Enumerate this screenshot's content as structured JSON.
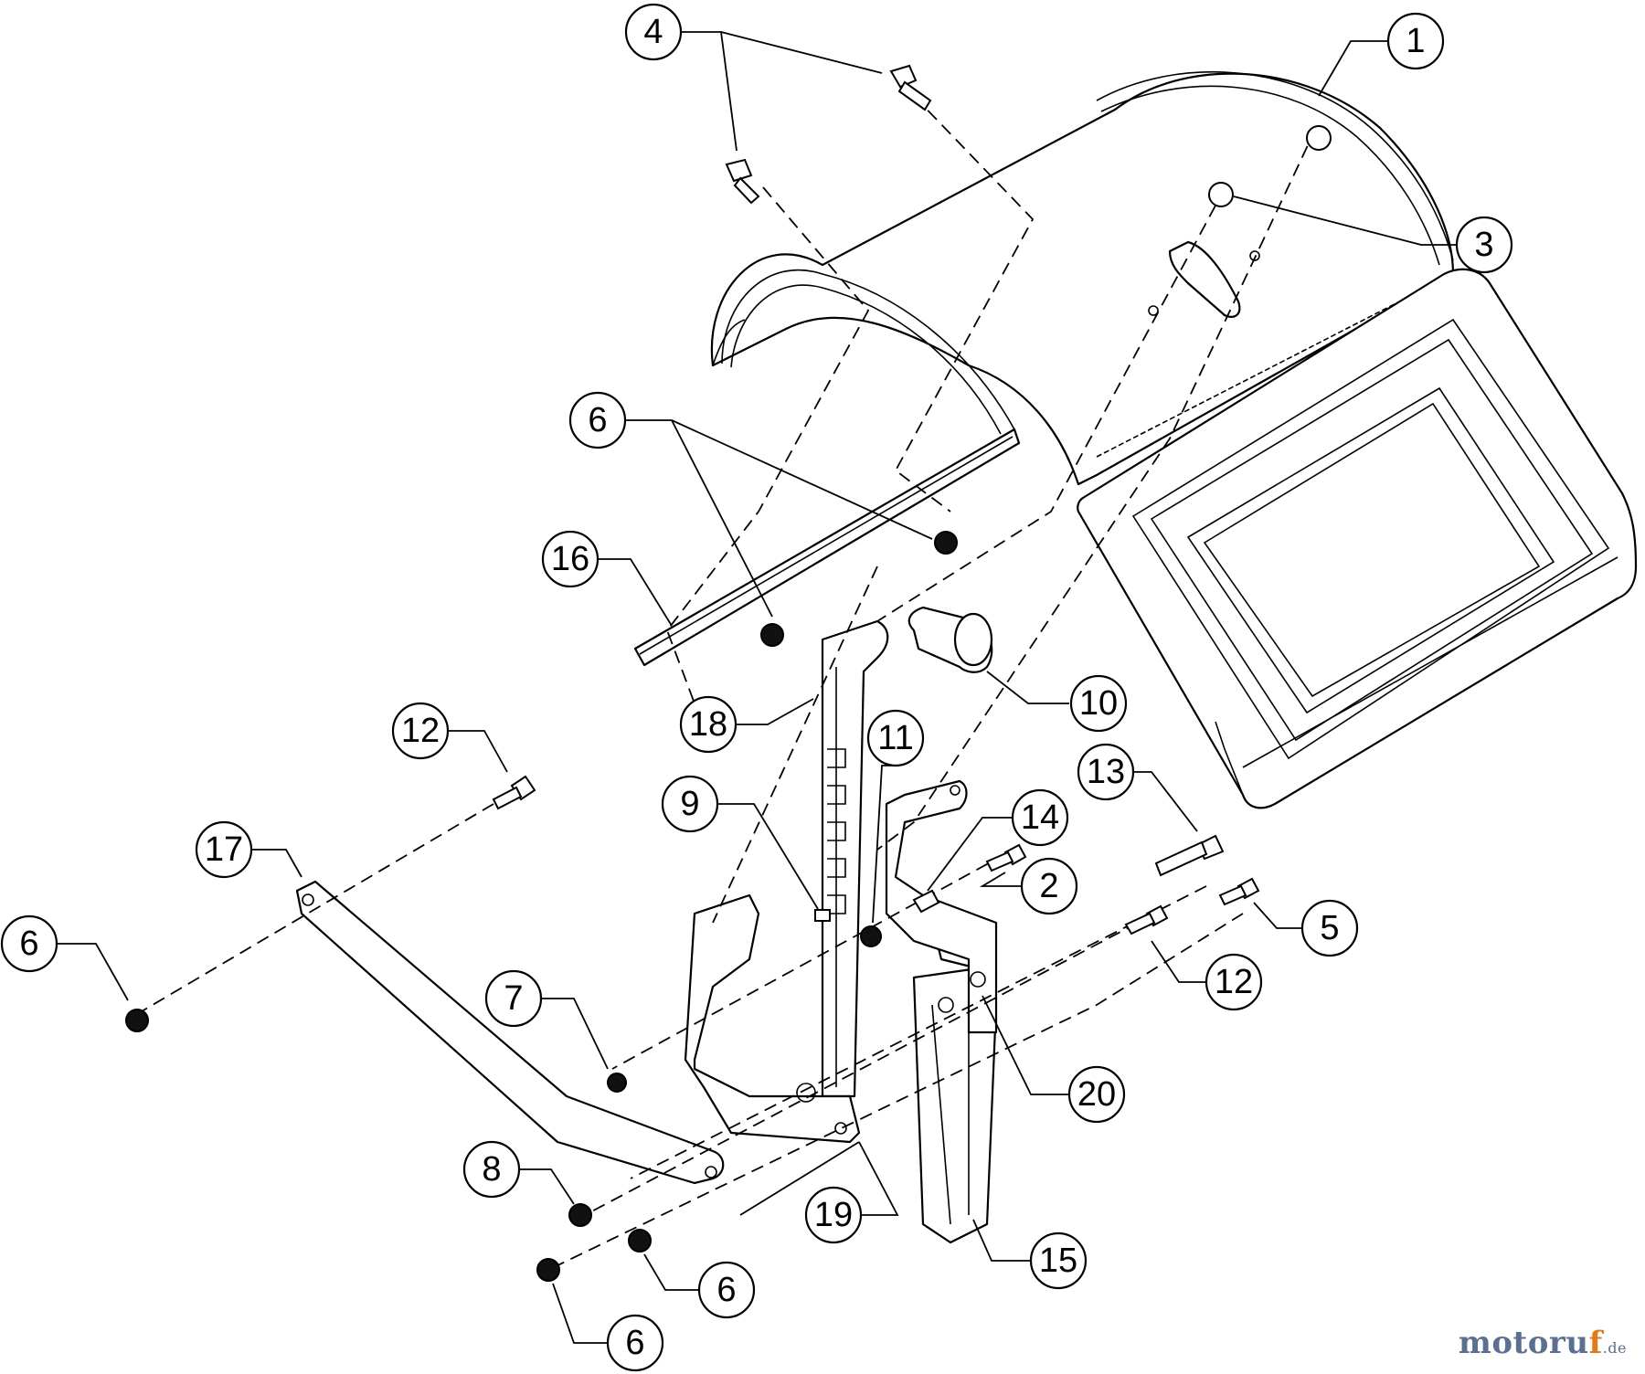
{
  "callouts": [
    {
      "id": "c1",
      "label": "1"
    },
    {
      "id": "c3",
      "label": "3"
    },
    {
      "id": "c4",
      "label": "4"
    },
    {
      "id": "c6a",
      "label": "6"
    },
    {
      "id": "c16",
      "label": "16"
    },
    {
      "id": "c10",
      "label": "10"
    },
    {
      "id": "c18",
      "label": "18"
    },
    {
      "id": "c11",
      "label": "11"
    },
    {
      "id": "c12a",
      "label": "12"
    },
    {
      "id": "c13",
      "label": "13"
    },
    {
      "id": "c9",
      "label": "9"
    },
    {
      "id": "c14",
      "label": "14"
    },
    {
      "id": "c17",
      "label": "17"
    },
    {
      "id": "c2",
      "label": "2"
    },
    {
      "id": "c6b",
      "label": "6"
    },
    {
      "id": "c5",
      "label": "5"
    },
    {
      "id": "c12b",
      "label": "12"
    },
    {
      "id": "c7",
      "label": "7"
    },
    {
      "id": "c20",
      "label": "20"
    },
    {
      "id": "c8",
      "label": "8"
    },
    {
      "id": "c19",
      "label": "19"
    },
    {
      "id": "c6c",
      "label": "6"
    },
    {
      "id": "c15",
      "label": "15"
    },
    {
      "id": "c6d",
      "label": "6"
    }
  ],
  "watermark": {
    "main": "motoru",
    "accent": "f",
    "tld": ".de"
  }
}
